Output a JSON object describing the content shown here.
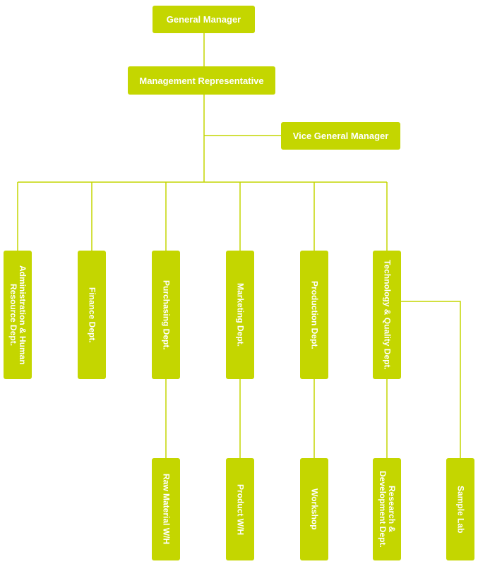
{
  "colors": {
    "box_fill": "#c4d600",
    "box_text": "#ffffff",
    "connector": "#c4d600"
  },
  "nodes": {
    "general_manager": "General Manager",
    "management_representative": "Management Representative",
    "vice_general_manager": "Vice General Manager",
    "admin_hr": "Administration & Human\nResource Dept.",
    "finance": "Finance Dept.",
    "purchasing": "Purchasing Dept.",
    "marketing": "Marketing Dept.",
    "production": "Production Dept.",
    "tech_quality": "Technology & Quality Dept.",
    "raw_material_wh": "Raw Material W/H",
    "product_wh": "Product W/H",
    "workshop": "Workshop",
    "rd": "Research &\nDevelopment Dept.",
    "sample_lab": "Sample Lab"
  }
}
